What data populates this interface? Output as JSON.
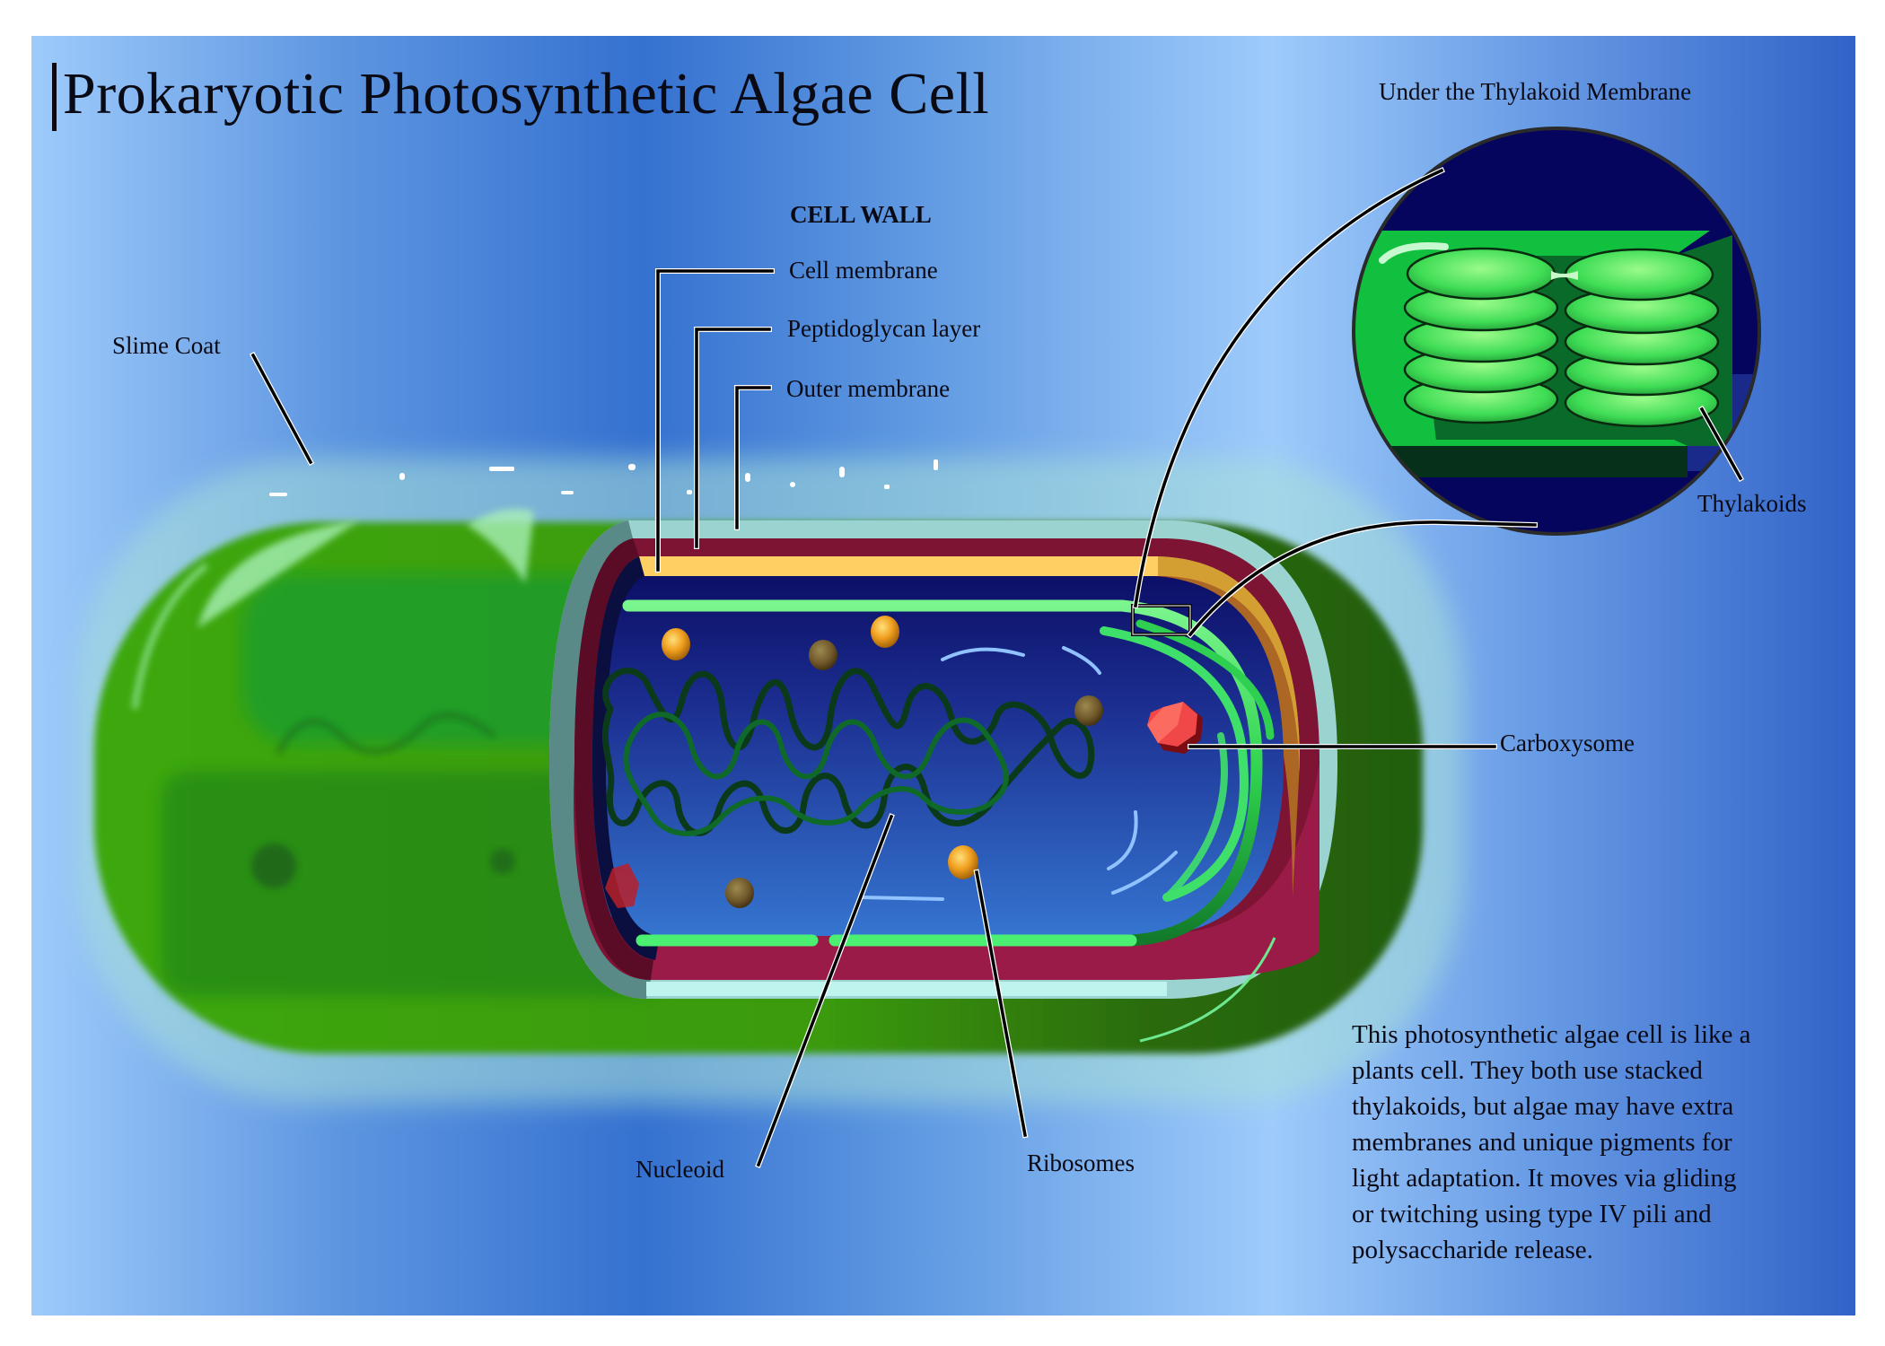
{
  "title": "Prokaryotic Photosynthetic Algae Cell",
  "inset": {
    "heading": "Under the Thylakoid Membrane",
    "label": "Thylakoids"
  },
  "labels": {
    "cell_wall_heading": "CELL WALL",
    "cell_membrane": "Cell membrane",
    "peptidoglycan_layer": "Peptidoglycan layer",
    "outer_membrane": "Outer membrane",
    "slime_coat": "Slime Coat",
    "carboxysome": "Carboxysome",
    "nucleoid": "Nucleoid",
    "ribosomes": "Ribosomes"
  },
  "description": {
    "lines": [
      "This photosynthetic algae cell is like a",
      "plants cell. They both use stacked",
      "thylakoids, but algae may have extra",
      "membranes and unique pigments for",
      "light adaptation. It moves via gliding",
      "or twitching using type IV pili and",
      "polysaccharide release."
    ]
  },
  "colors": {
    "background_light": "#9ecbfb",
    "background_dark": "#3571d0",
    "cell_green": "#3ea80a",
    "cell_dark_green": "#2a6a08",
    "cytoplasm": "#1a2a8a",
    "outer_membrane": "#9ad3cf",
    "peptidoglycan": "#7d1434",
    "cell_membrane": "#ffcf63",
    "thylakoid": "#33dd55",
    "carboxysome": "#e83a3a",
    "ribosome": "#f0a020",
    "inset_bg": "#06055e"
  }
}
